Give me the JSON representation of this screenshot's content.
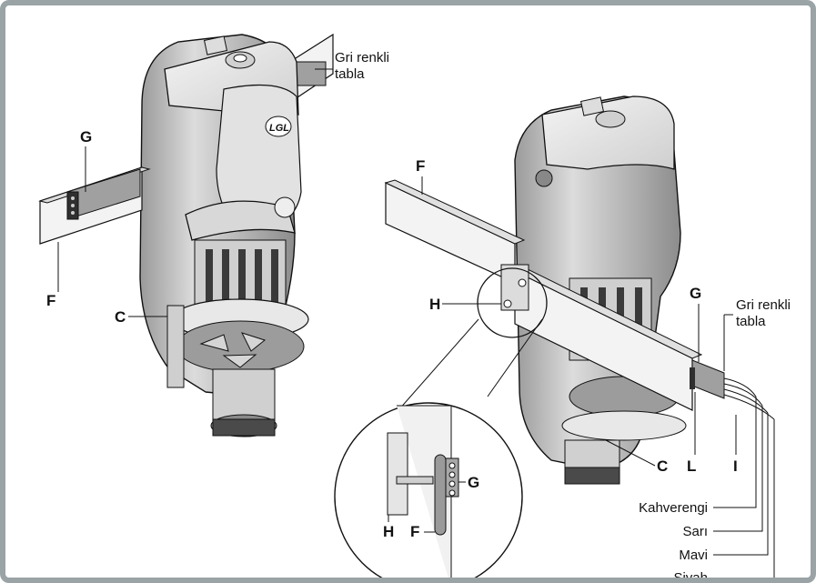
{
  "labels": {
    "left_gray_tray": [
      "Gri renkli",
      "tabla"
    ],
    "right_gray_tray": [
      "Gri renkli",
      "tabla"
    ],
    "left_G": "G",
    "left_F": "F",
    "left_C": "C",
    "right_F": "F",
    "right_H": "H",
    "right_G": "G",
    "right_C": "C",
    "right_L": "L",
    "right_I": "I",
    "detail_G": "G",
    "detail_H": "H",
    "detail_F": "F",
    "logo": "LGL"
  },
  "wires": [
    "Kahverengi",
    "Sarı",
    "Mavi",
    "Siyah"
  ],
  "colors": {
    "frame": "#9aa3a6",
    "device_light": "#e6e6e6",
    "device_mid": "#bdbdbd",
    "device_dark": "#6b6b6b",
    "tray_gray": "#a0a0a0"
  }
}
